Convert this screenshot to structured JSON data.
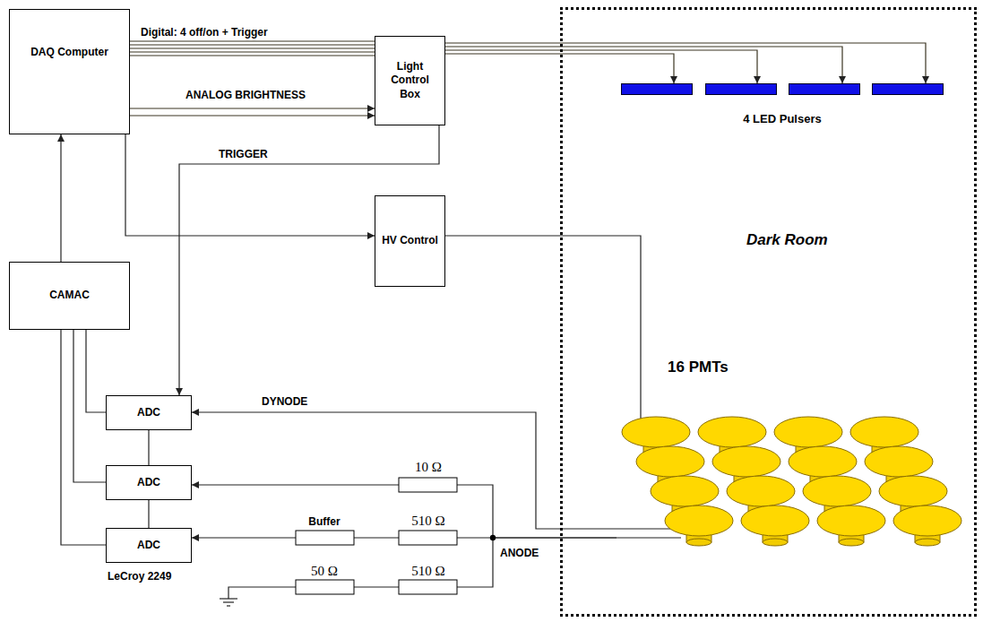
{
  "diagram": {
    "nodes": [
      {
        "text": [
          "DAQ Computer"
        ]
      },
      {
        "text": [
          "Light Control Box"
        ]
      },
      {
        "text": [
          "HV Control"
        ]
      },
      {
        "text": [
          "CAMAC"
        ]
      },
      {
        "text": [
          "ADC"
        ]
      },
      {
        "text": [
          "ADC"
        ]
      },
      {
        "text": [
          "ADC"
        ]
      },
      {
        "text": [
          "Dark Room"
        ]
      },
      {
        "text": [
          "4 LED Pulsers"
        ],
        "in": 7
      },
      {
        "text": [
          "16 PMTs"
        ],
        "in": 7
      }
    ],
    "edges": [
      {
        "from": 0,
        "to": 1,
        "label": "Digital: 4 off/on + Trigger",
        "arrow": "none"
      },
      {
        "from": 0,
        "to": 1,
        "label": "ANALOG BRIGHTNESS",
        "arrow": "to"
      },
      {
        "from": 1,
        "to": 8,
        "arrow": "to"
      },
      {
        "from": 1,
        "to": 4,
        "label": "TRIGGER",
        "arrow": "to"
      },
      {
        "from": 0,
        "to": 2,
        "arrow": "to"
      },
      {
        "from": 3,
        "to": 0,
        "arrow": "to"
      },
      {
        "from": 3,
        "to": 4,
        "arrow": "none"
      },
      {
        "from": 3,
        "to": 5,
        "arrow": "none"
      },
      {
        "from": 3,
        "to": 6,
        "arrow": "none"
      },
      {
        "from": 4,
        "to": 5,
        "arrow": "none"
      },
      {
        "from": 5,
        "to": 6,
        "arrow": "none"
      },
      {
        "from": 2,
        "to": 9,
        "arrow": "none"
      },
      {
        "from": 9,
        "to": 4,
        "label": "DYNODE",
        "arrow": "to"
      },
      {
        "from": 9,
        "to": 5,
        "arrow": "to"
      },
      {
        "from": 9,
        "to": 6,
        "arrow": "to"
      }
    ],
    "labels": [
      "10 Ω",
      "510 Ω",
      "Buffer",
      "510 Ω",
      "50 Ω",
      "ANODE",
      "LeCroy 2249"
    ]
  }
}
